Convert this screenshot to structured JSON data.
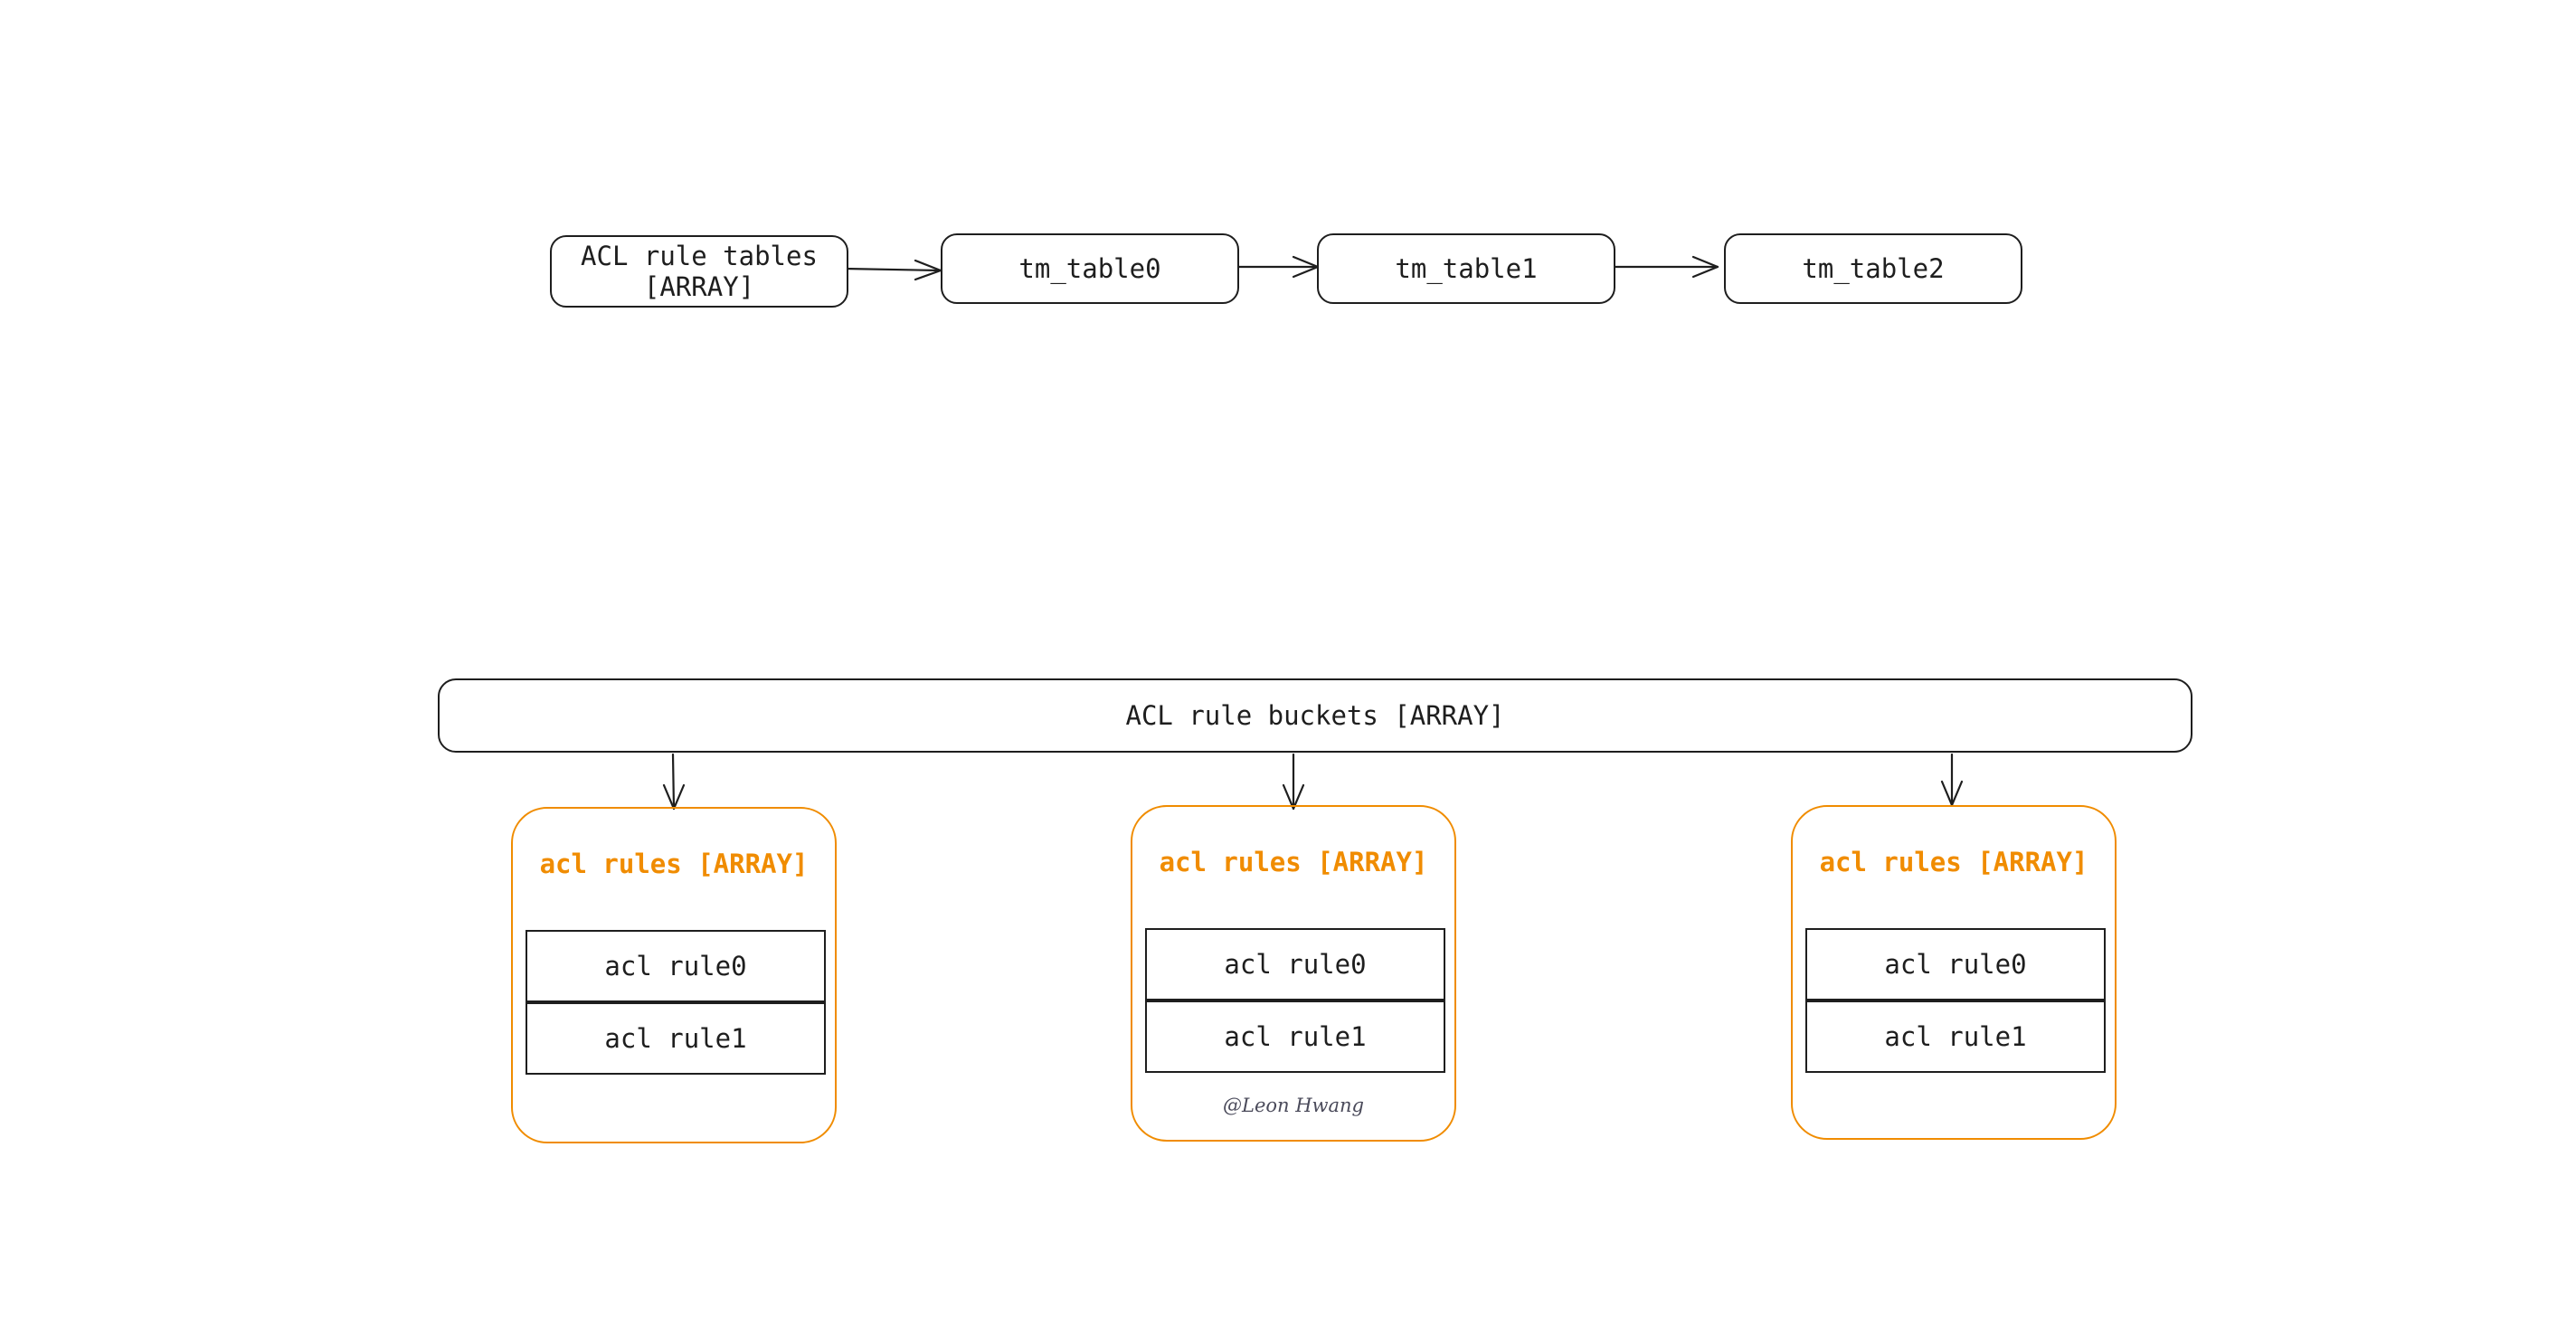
{
  "top_row": {
    "nodes": [
      {
        "label": "ACL rule tables\n[ARRAY]"
      },
      {
        "label": "tm_table0"
      },
      {
        "label": "tm_table1"
      },
      {
        "label": "tm_table2"
      }
    ]
  },
  "buckets": {
    "label": "ACL rule buckets [ARRAY]",
    "groups": [
      {
        "title": "acl rules [ARRAY]",
        "rules": [
          "acl rule0",
          "acl rule1"
        ]
      },
      {
        "title": "acl rules [ARRAY]",
        "rules": [
          "acl rule0",
          "acl rule1"
        ]
      },
      {
        "title": "acl rules [ARRAY]",
        "rules": [
          "acl rule0",
          "acl rule1"
        ]
      }
    ]
  },
  "watermark": "@Leon Hwang",
  "colors": {
    "stroke": "#1e1e1e",
    "group_accent": "#f08c00",
    "background": "#ffffff"
  }
}
